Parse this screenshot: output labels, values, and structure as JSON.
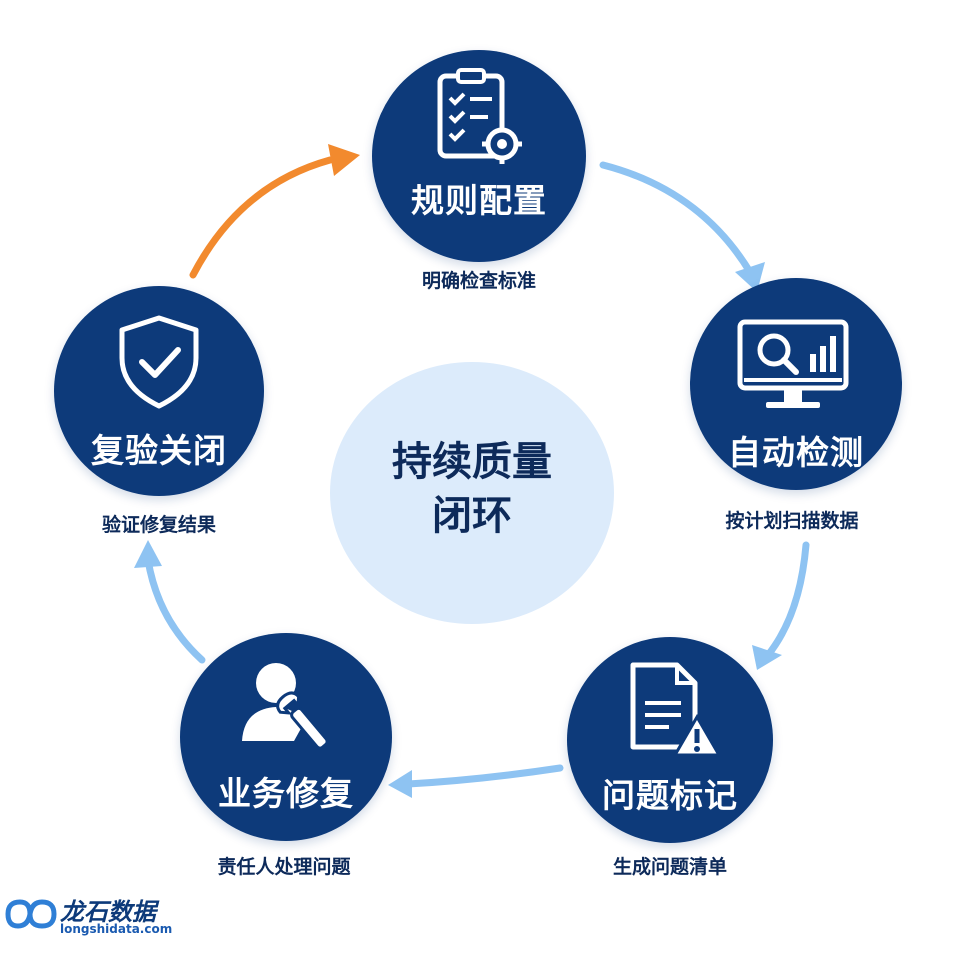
{
  "center": {
    "line1": "持续质量",
    "line2": "闭环"
  },
  "steps": [
    {
      "title": "规则配置",
      "caption": "明确检查标准",
      "icon": "clipboard-gear-icon"
    },
    {
      "title": "自动检测",
      "caption": "按计划扫描数据",
      "icon": "monitor-search-icon"
    },
    {
      "title": "问题标记",
      "caption": "生成问题清单",
      "icon": "document-warning-icon"
    },
    {
      "title": "业务修复",
      "caption": "责任人处理问题",
      "icon": "person-wrench-icon"
    },
    {
      "title": "复验关闭",
      "caption": "验证修复结果",
      "icon": "shield-check-icon"
    }
  ],
  "logo": {
    "name": "龙石数据",
    "url": "longshidata.com"
  },
  "colors": {
    "node": "#0d3a7a",
    "arrow": "#8ec3f2",
    "highlight_arrow": "#f28a2e",
    "center": "#dcebfb"
  }
}
